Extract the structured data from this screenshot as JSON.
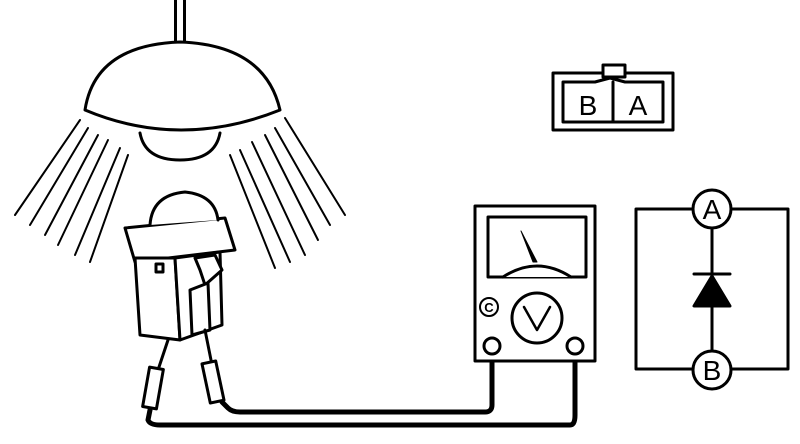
{
  "connector": {
    "left_pin": "B",
    "right_pin": "A"
  },
  "meter": {
    "badge": "C",
    "mode": "V"
  },
  "circuit": {
    "top_terminal": "A",
    "bottom_terminal": "B"
  },
  "colors": {
    "line": "#000000",
    "background": "#ffffff"
  }
}
